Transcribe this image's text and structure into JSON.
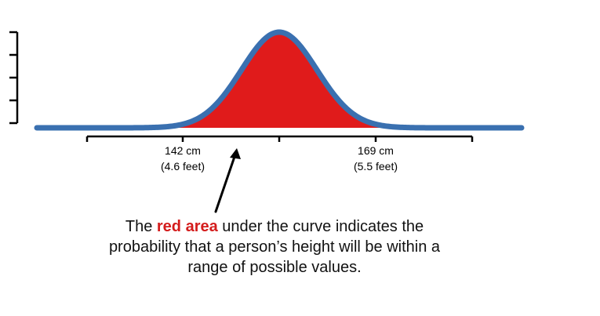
{
  "annotations": {
    "lower_bound": {
      "metric": "142 cm",
      "imperial": "(4.6 feet)"
    },
    "upper_bound": {
      "metric": "169 cm",
      "imperial": "(5.5 feet)"
    }
  },
  "caption": {
    "before": "The ",
    "highlight": "red area",
    "after": " under the curve indicates the probability that a person’s height will be within a range of possible values."
  },
  "colors": {
    "curve": "#3a70b0",
    "shaded_area": "#e01b1b",
    "highlight_text": "#d41c1c",
    "axis": "#000000"
  },
  "chart_data": {
    "type": "area",
    "distribution": "normal",
    "shaded_range": [
      142,
      169
    ],
    "x_labels": [
      "142 cm",
      "169 cm"
    ],
    "y_tick_labels": [],
    "shaded_label": "red area"
  }
}
